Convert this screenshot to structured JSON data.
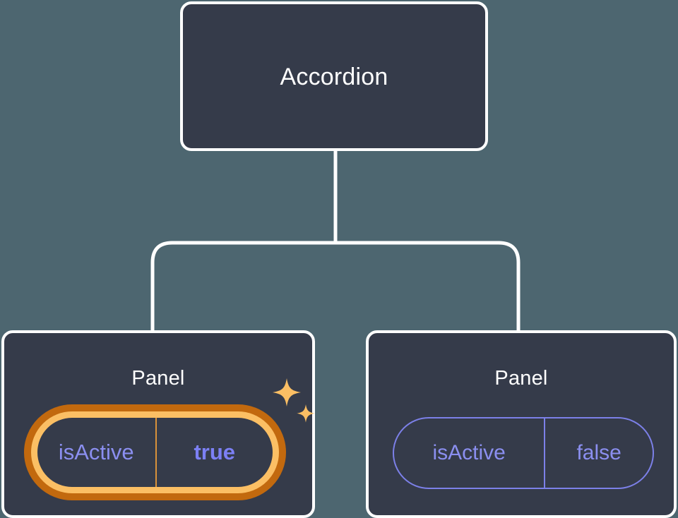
{
  "background_color": "#4d6670",
  "node_fill_color": "#353b4a",
  "node_border_color": "#ffffff",
  "connector_color": "#ffffff",
  "highlight_outer_color": "#c2690e",
  "highlight_inner_color": "#fbbf64",
  "prop_text_color": "#8b8ff0",
  "prop_border_color": "#7c80e8",
  "tree": {
    "root": {
      "title": "Accordion"
    },
    "children": [
      {
        "title": "Panel",
        "prop": {
          "name": "isActive",
          "value": "true"
        },
        "highlighted": true,
        "sparkle_icons": [
          "sparkle-large-icon",
          "sparkle-small-icon"
        ]
      },
      {
        "title": "Panel",
        "prop": {
          "name": "isActive",
          "value": "false"
        },
        "highlighted": false
      }
    ]
  }
}
